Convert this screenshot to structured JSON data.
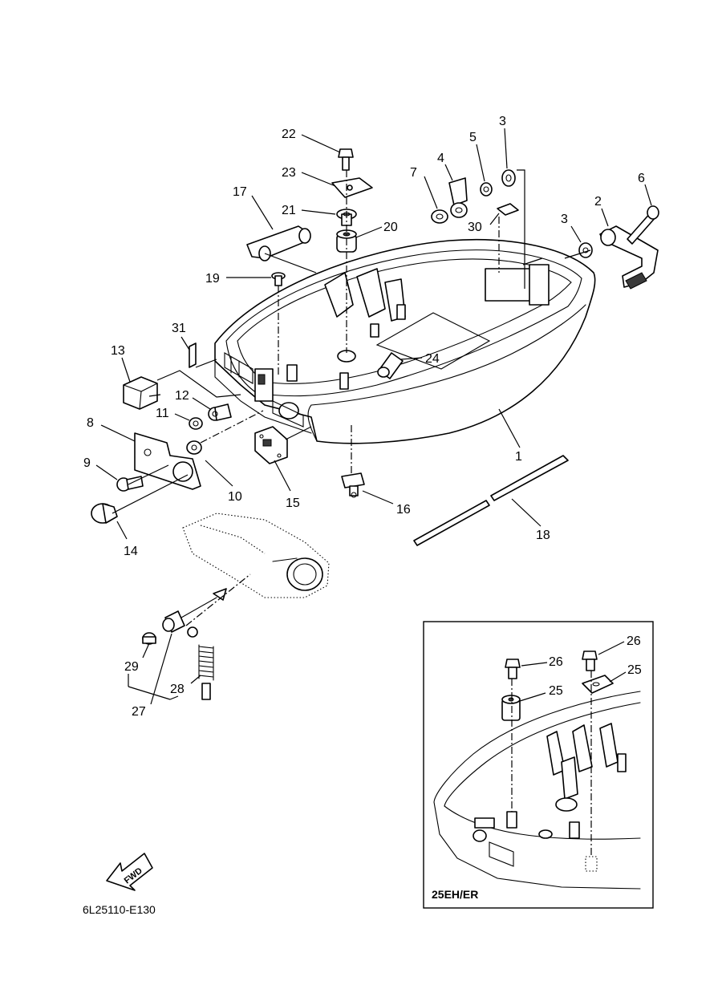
{
  "diagram": {
    "code": "6L25110-E130",
    "fwd_label": "FWD",
    "inset_label": "25EH/ER",
    "callouts": {
      "c1": "1",
      "c2": "2",
      "c3a": "3",
      "c3b": "3",
      "c4": "4",
      "c5": "5",
      "c6": "6",
      "c7": "7",
      "c8": "8",
      "c9": "9",
      "c10": "10",
      "c11": "11",
      "c12": "12",
      "c13": "13",
      "c14": "14",
      "c15": "15",
      "c16": "16",
      "c17": "17",
      "c18": "18",
      "c19": "19",
      "c20": "20",
      "c21": "21",
      "c22": "22",
      "c23": "23",
      "c24": "24",
      "c27": "27",
      "c28": "28",
      "c29": "29",
      "c30": "30",
      "c31": "31",
      "i25a": "25",
      "i25b": "25",
      "i26a": "26",
      "i26b": "26"
    }
  }
}
